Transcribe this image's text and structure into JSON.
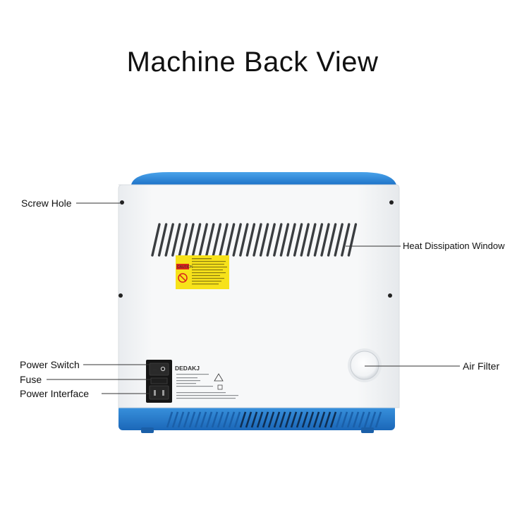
{
  "title": "Machine Back View",
  "callouts": {
    "screw_hole": "Screw Hole",
    "heat_window": "Heat Dissipation Window",
    "power_switch": "Power Switch",
    "fuse": "Fuse",
    "power_interface": "Power Interface",
    "air_filter": "Air Filter"
  },
  "device": {
    "brand": "DEDAKJ",
    "caution": "CAUTION",
    "body_color": "#f4f6f8",
    "accent_color": "#2f86d6",
    "label_color": "#f7e21a"
  }
}
